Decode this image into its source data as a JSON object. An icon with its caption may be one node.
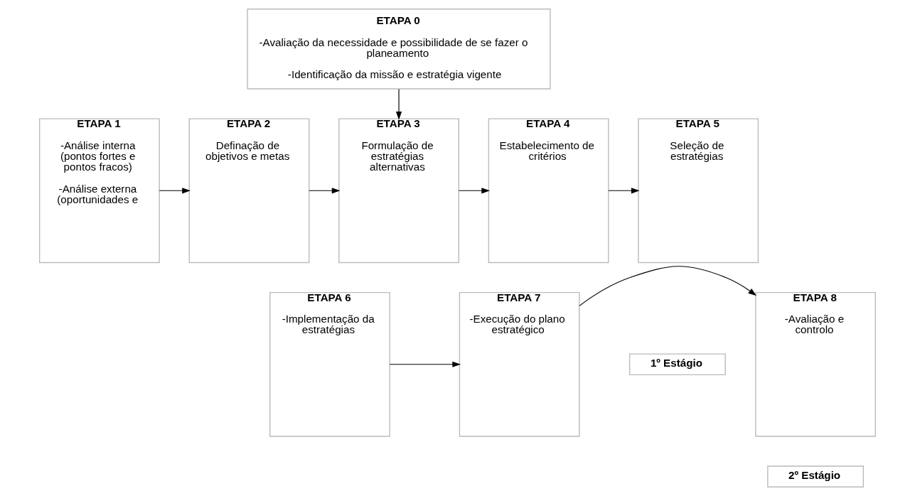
{
  "diagram": {
    "nodes": [
      {
        "text": [
          "ETAPA 0",
          "-Avaliação da necessidade e possibilidade de se fazer o planeamento",
          "-Identificação da missão e estratégia vigente"
        ]
      },
      {
        "text": [
          "ETAPA 1",
          "-Análise interna (pontos fortes e pontos fracos)",
          "-Análise externa (oportunidades e"
        ]
      },
      {
        "text": [
          "ETAPA 2",
          "Definação de objetivos e metas"
        ]
      },
      {
        "text": [
          "ETAPA 3",
          "Formulação de estratégias alternativas"
        ]
      },
      {
        "text": [
          "ETAPA 4",
          "Estabelecimento de critérios"
        ]
      },
      {
        "text": [
          "ETAPA 5",
          "Seleção de estratégias"
        ]
      },
      {
        "text": [
          "1º Estágio"
        ]
      },
      {
        "text": [
          "ETAPA 6",
          "-Implementação da estratégias"
        ]
      },
      {
        "text": [
          "ETAPA 7",
          "-Execução do plano estratégico"
        ]
      },
      {
        "text": [
          "ETAPA 8",
          "-Avaliação e controlo"
        ]
      },
      {
        "text": [
          "2º Estágio"
        ]
      }
    ],
    "edges": [
      {
        "from": 0,
        "to": 3,
        "arrow": "to"
      },
      {
        "from": 1,
        "to": 2,
        "arrow": "to"
      },
      {
        "from": 2,
        "to": 3,
        "arrow": "to"
      },
      {
        "from": 3,
        "to": 4,
        "arrow": "to"
      },
      {
        "from": 4,
        "to": 5,
        "arrow": "to"
      },
      {
        "from": 7,
        "to": 8,
        "arrow": "to"
      },
      {
        "from": 8,
        "to": 9,
        "arrow": "to"
      }
    ]
  }
}
